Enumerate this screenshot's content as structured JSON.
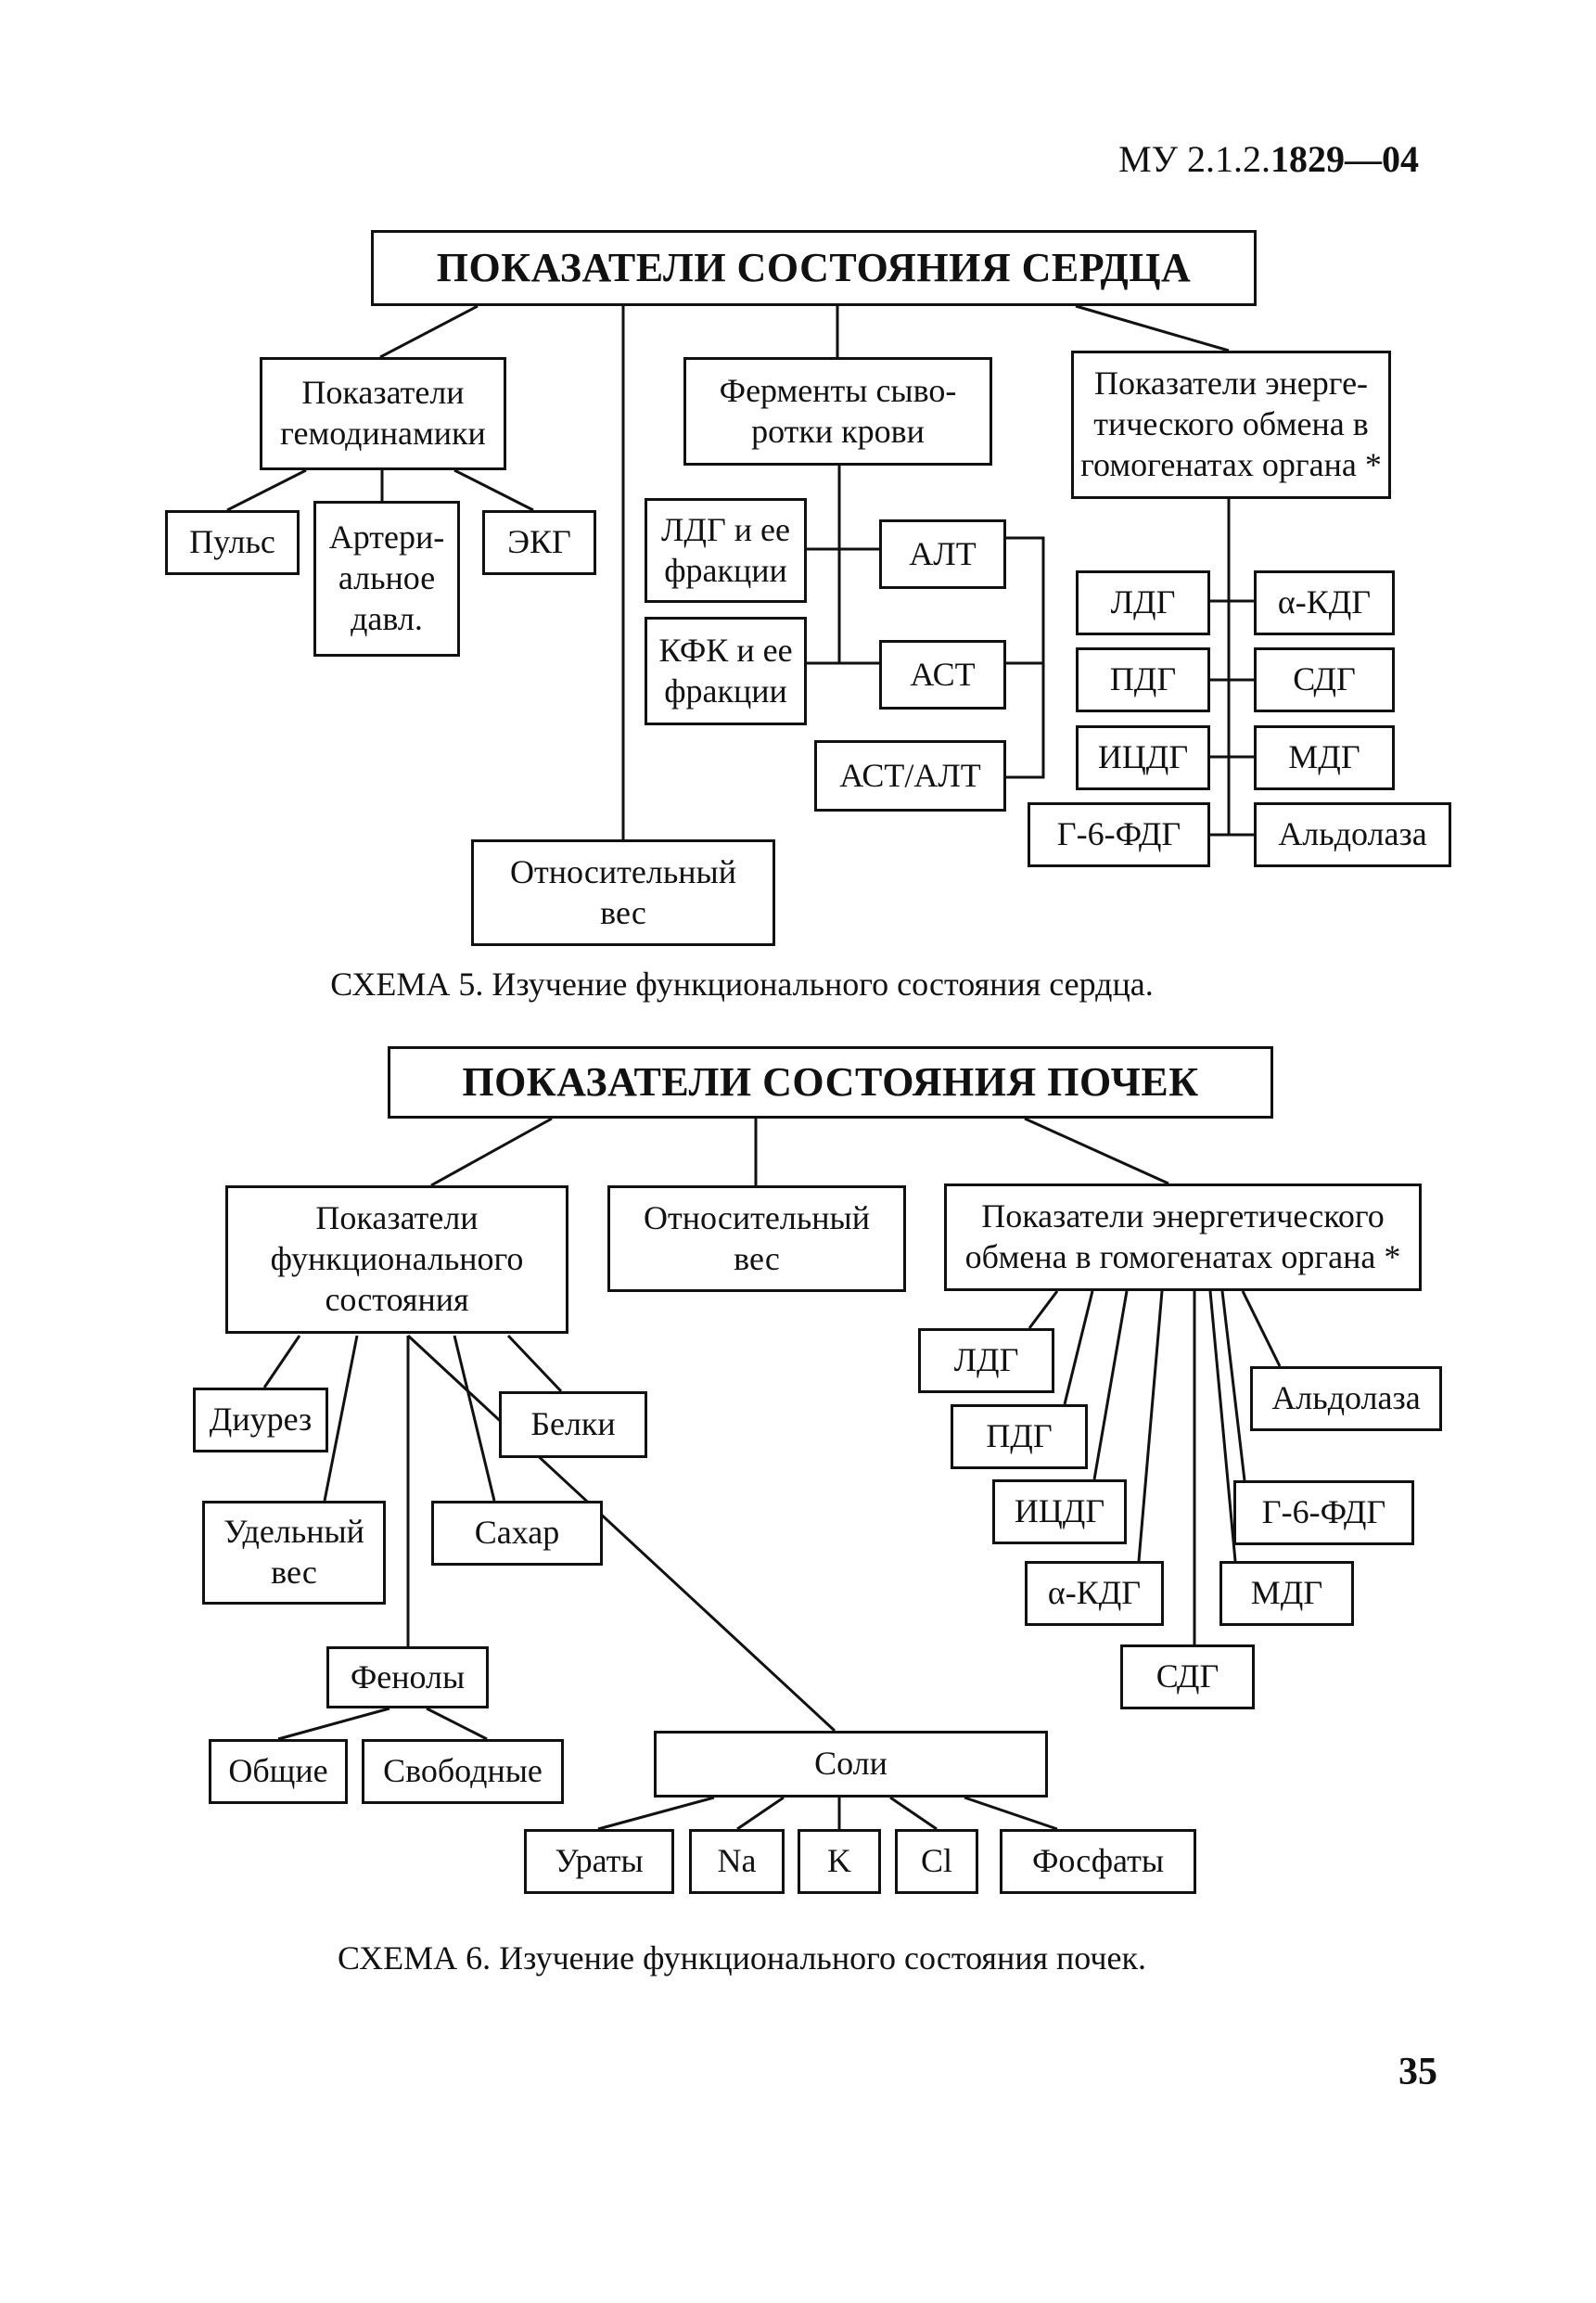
{
  "header": {
    "doc_prefix": "МУ 2.1.2.",
    "doc_bold": "1829—04"
  },
  "schema5": {
    "title": "ПОКАЗАТЕЛИ СОСТОЯНИЯ СЕРДЦА",
    "hemodynamics": "Показатели\nгемодинамики",
    "pulse": "Пульс",
    "pressure": "Артери-\nальное\nдавл.",
    "ecg": "ЭКГ",
    "serum_enzymes": "Ферменты сыво-\nротки крови",
    "ldh_fractions": "ЛДГ и ее\nфракции",
    "cpk_fractions": "КФК и ее\nфракции",
    "alt": "АЛТ",
    "ast": "АСТ",
    "ast_alt": "АСТ/АЛТ",
    "energy": "Показатели энерге-\nтического обмена в\nгомогенатах органа *",
    "ldh": "ЛДГ",
    "pdh": "ПДГ",
    "icdh": "ИЦДГ",
    "g6pdh": "Г-6-ФДГ",
    "akdh": "α-КДГ",
    "sdh": "СДГ",
    "mdh": "МДГ",
    "aldolase": "Альдолаза",
    "relative_weight": "Относительный\nвес",
    "caption": "СХЕМА 5. Изучение функционального состояния сердца."
  },
  "schema6": {
    "title": "ПОКАЗАТЕЛИ СОСТОЯНИЯ ПОЧЕК",
    "functional": "Показатели\nфункционального\nсостояния",
    "relative_weight": "Относительный\nвес",
    "energy": "Показатели энергетического\nобмена в гомогенатах органа *",
    "diuresis": "Диурез",
    "proteins": "Белки",
    "specific_weight": "Удельный\nвес",
    "sugar": "Сахар",
    "phenols": "Фенолы",
    "total": "Общие",
    "free": "Свободные",
    "salts": "Соли",
    "urates": "Ураты",
    "na": "Na",
    "k": "K",
    "cl": "Cl",
    "phosphates": "Фосфаты",
    "ldh": "ЛДГ",
    "pdh": "ПДГ",
    "icdh": "ИЦДГ",
    "akdh": "α-КДГ",
    "sdh": "СДГ",
    "mdh": "МДГ",
    "g6pdh": "Г-6-ФДГ",
    "aldolase": "Альдолаза",
    "caption": "СХЕМА 6. Изучение функционального состояния почек."
  },
  "page_number": "35"
}
